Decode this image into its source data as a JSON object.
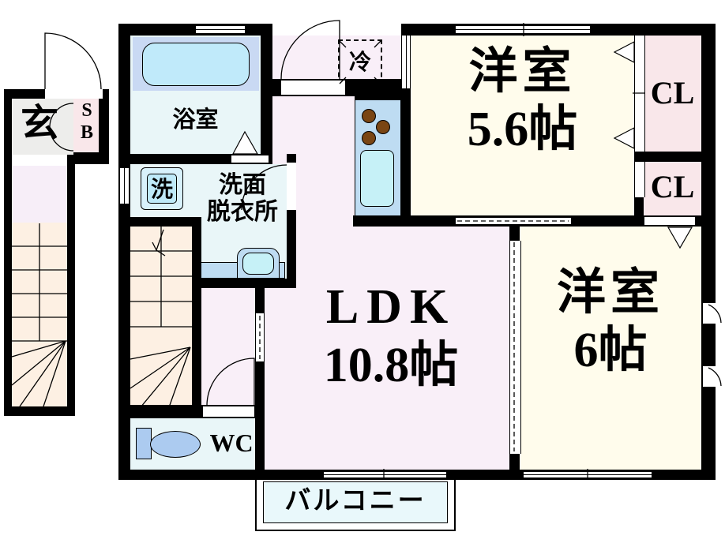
{
  "plan": {
    "genkan": "玄",
    "shoe_box": "SB",
    "bathroom": "浴室",
    "washer": "洗",
    "washroom_line1": "洗面",
    "washroom_line2": "脱衣所",
    "fridge": "冷",
    "room_56_name": "洋室",
    "room_56_size": "5.6帖",
    "closet_1": "CL",
    "closet_2": "CL",
    "room_6_name": "洋室",
    "room_6_size": "6帖",
    "ldk_name": "LDK",
    "ldk_size": "10.8帖",
    "wc": "WC",
    "balcony": "バルコニー"
  },
  "colors": {
    "wall": "#000000",
    "ldk_floor": "#f9eff8",
    "room_floor": "#fffcec",
    "wet_floor": "#e9f6f8",
    "closet_floor": "#f9e7ea",
    "stairs_floor": "#fdf0e3",
    "landing_floor": "#f7eef8",
    "genkan_floor": "#ededeb",
    "tub": "#c0eafa",
    "tub_deck": "#c9d9f3",
    "counter": "#bedcf2",
    "sink": "#c6f1f7",
    "burner": "#7a4513",
    "toilet": "#accbf0",
    "balcony_floor": "#e9f8fb",
    "washer_fill": "#bfeaf9"
  }
}
